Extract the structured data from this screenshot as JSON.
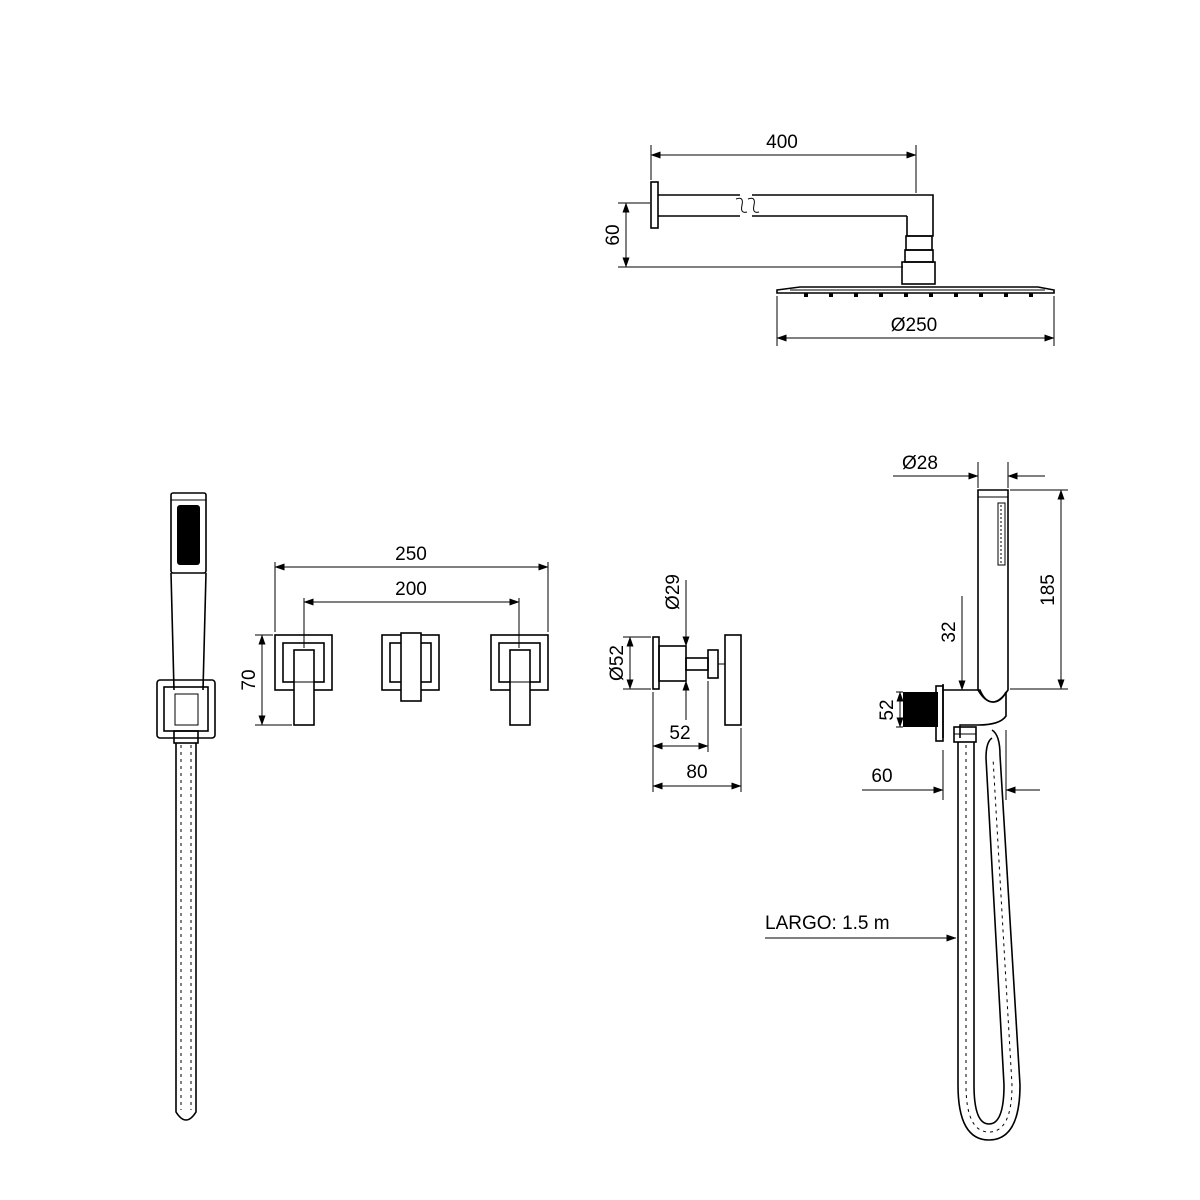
{
  "shower_head": {
    "arm_length": "400",
    "arm_height": "60",
    "head_diameter": "Ø250"
  },
  "mixer_front": {
    "total_width": "250",
    "handle_spacing": "200",
    "plate_height": "70"
  },
  "valve_side": {
    "stem_diameter": "Ø29",
    "plate_diameter": "Ø52",
    "depth": "52",
    "total_depth": "80"
  },
  "hand_shower": {
    "handle_diameter": "Ø28",
    "handle_length": "185",
    "offset": "32",
    "elbow_size": "52",
    "projection": "60",
    "hose_label": "LARGO: 1.5 m"
  }
}
